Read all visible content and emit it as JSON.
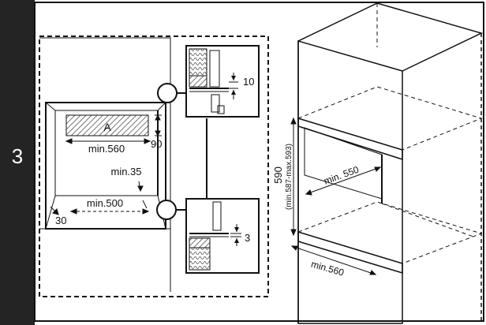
{
  "step": {
    "number": "3"
  },
  "detail_top": {
    "dimension": "10"
  },
  "detail_bottom": {
    "dimension": "3"
  },
  "cutout": {
    "label_a": "A",
    "width_front": "min.560",
    "depth_a": "90",
    "depth_gap": "min.35",
    "width_back": "min.500",
    "side_depth": "30"
  },
  "cabinet": {
    "height": "590",
    "height_range": "(min.587-max.593)",
    "depth": "min. 550",
    "width": "min.560"
  },
  "colors": {
    "sidebar": "#242424",
    "line": "#111111",
    "hatch": "#555555"
  }
}
